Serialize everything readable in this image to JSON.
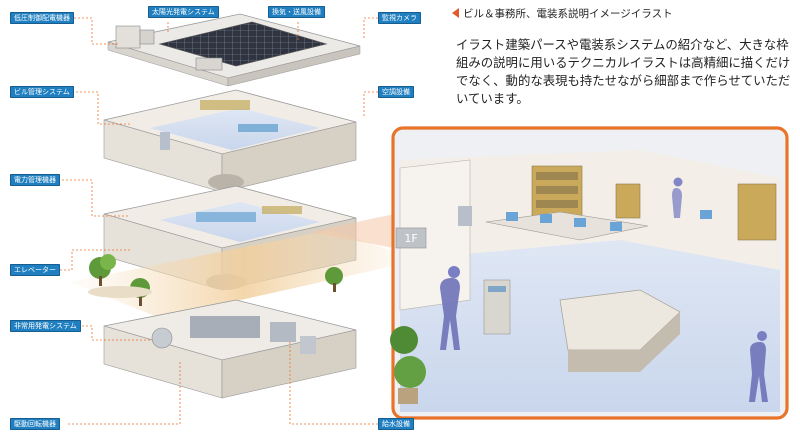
{
  "caption": "ビル＆事務所、電装系説明イメージイラスト",
  "description": "イラスト建築パースや電装系システムの紹介など、大きな枠組みの説明に用いるテクニカルイラストは高精細に描くだけでなく、動的な表現も持たせながら細部まで作らせていただいています。",
  "labels": {
    "hv_power": "低圧制御配電機器",
    "solar": "太陽光発電システム",
    "ventilation": "換気・送風設備",
    "camera": "監視カメラ",
    "bms": "ビル管理システム",
    "aircon": "空調設備",
    "power_mgmt": "電力管理機器",
    "elevator": "エレベーター",
    "emergency": "非常用発電システム",
    "motor": "駆動回転機器",
    "water": "給水設備"
  },
  "floor_sign": "1F",
  "colors": {
    "label_bg": "#1f7fc0",
    "leader": "#e8742a",
    "zoom_frame": "#e8742a",
    "accent": "#e05a2a"
  }
}
